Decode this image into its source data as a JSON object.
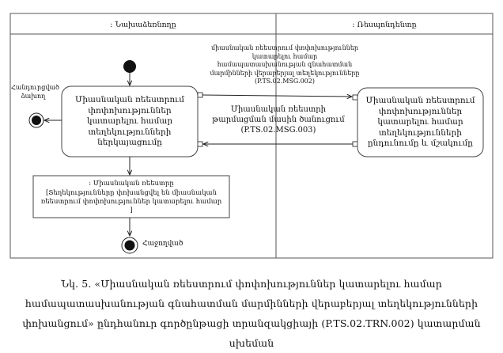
{
  "lanes": {
    "left": ": Նախաձեռնողը",
    "right": ": Ռեսպոնդենտը"
  },
  "activities": {
    "submit": "Միասնական ռեեստրում փոփոխություններ կատարելու համար տեղեկությունների ներկայացումը",
    "receive": "Միասնական ռեեստրում փոփոխություններ կատարելու համար տեղեկությունների ընդունումը և մշակումը"
  },
  "object_node": {
    "title": ": Միասնական ռեեստրը",
    "body": "[Տեղեկությունները փոխանցվել են միասնական ռեեստրում փոփոխություններ կատարելու համար ]"
  },
  "messages": {
    "request": "միասնական ռեեստրում փոփոխություններ կատարելու համար համապատասխանության գնահատման մարմինների վերաբերյալ տեղեկությունները (P.TS.02.MSG.002)",
    "response": "Միասնական ռեեստրի թարմացման մասին ծանուցում (P.TS.02.MSG.003)"
  },
  "labels": {
    "cancel_end": "Հանդուրցված ձախող",
    "success_end": "Հաջողված"
  },
  "caption": "Նկ. 5. «Միասնական ռեեստրում փոփոխություններ կատարելու համար համապատասխանության գնահատման մարմինների վերաբերյալ տեղեկությունների փոխանցում» ընդհանուր գործընթացի տրանզակցիայի (P.TS.02.TRN.002) կատարման սխեման"
}
